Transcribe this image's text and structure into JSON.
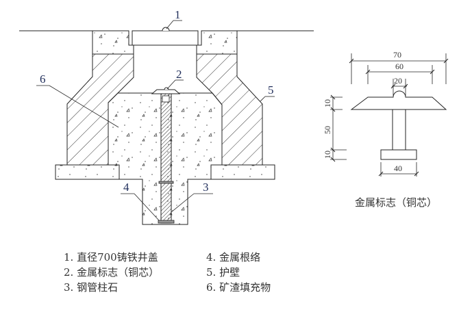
{
  "callouts": {
    "c1": "1",
    "c2": "2",
    "c3": "3",
    "c4": "4",
    "c5": "5",
    "c6": "6"
  },
  "detail": {
    "caption": "金属标志（铜芯）",
    "dims": {
      "top_outer": "70",
      "top_inner": "60",
      "dome": "20",
      "cap_height": "10",
      "stem_height": "50",
      "base_height": "10",
      "base_width": "40"
    }
  },
  "legend": {
    "left": [
      "1. 直径700铸铁井盖",
      "2. 金属标志（铜芯）",
      "3. 钢管柱石"
    ],
    "right": [
      "4. 金属根络",
      "5. 护壁",
      "6. 矿渣填充物"
    ]
  }
}
